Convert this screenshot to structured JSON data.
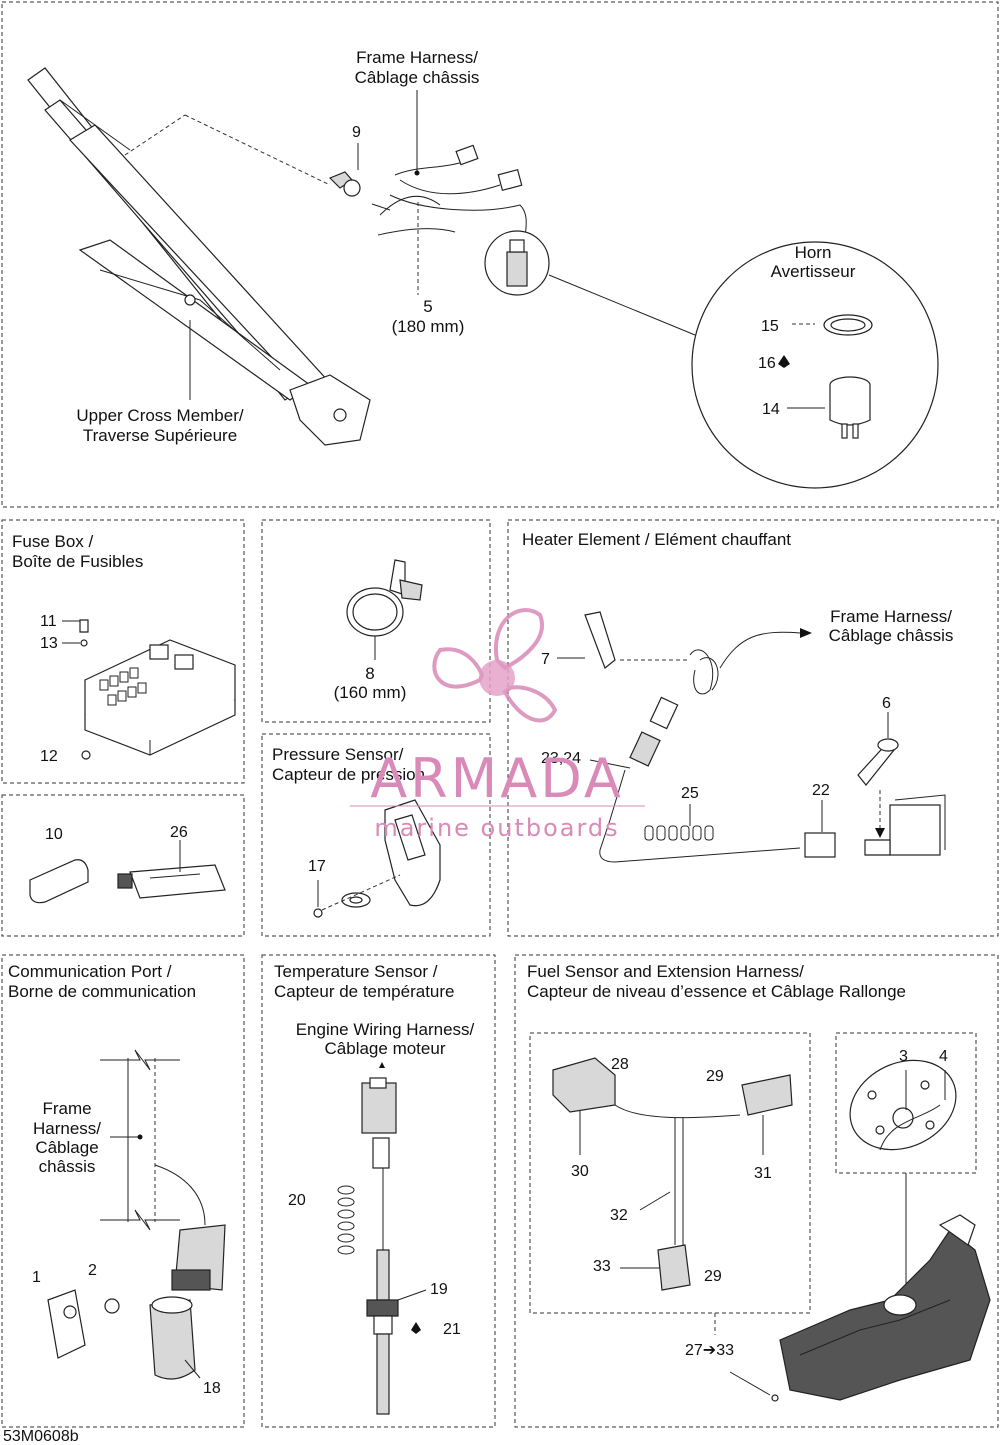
{
  "frame": {
    "frame_harness": [
      "Frame Harness/",
      "Câblage châssis"
    ],
    "upper_cross": [
      "Upper Cross Member/",
      "Traverse Supérieure"
    ],
    "horn": [
      "Horn",
      "Avertisseur"
    ],
    "callouts": {
      "c9": "9",
      "c5": "5",
      "c5_size": "(180 mm)",
      "c15": "15",
      "c16": "16",
      "c14": "14"
    }
  },
  "fuse_box": {
    "title": [
      "Fuse Box /",
      "Boîte de Fusibles"
    ],
    "callouts": {
      "c11": "11",
      "c13": "13",
      "c12": "12"
    }
  },
  "clamp": {
    "c8": "8",
    "c8_size": "(160 mm)"
  },
  "misc": {
    "c10": "10",
    "c26": "26"
  },
  "pressure": {
    "title": [
      "Pressure Sensor/",
      "Capteur de pression"
    ],
    "c17": "17"
  },
  "heater": {
    "title": "Heater Element / Elément chauffant",
    "frame_harness": [
      "Frame Harness/",
      "Câblage châssis"
    ],
    "callouts": {
      "c7": "7",
      "c6": "6",
      "c2324": "23,24",
      "c25": "25",
      "c22": "22"
    }
  },
  "comm": {
    "title": [
      "Communication Port /",
      "Borne de communication"
    ],
    "frame_harness": [
      "Frame",
      "Harness/",
      "Câblage",
      "châssis"
    ],
    "callouts": {
      "c1": "1",
      "c2": "2",
      "c18": "18"
    }
  },
  "temp": {
    "title": [
      "Temperature Sensor /",
      "Capteur de température"
    ],
    "engine_harness": [
      "Engine Wiring Harness/",
      "Câblage moteur"
    ],
    "callouts": {
      "c20": "20",
      "c19": "19",
      "c21": "21"
    }
  },
  "fuel": {
    "title": [
      "Fuel Sensor and Extension Harness/",
      "Capteur de niveau d’essence et Câblage Rallonge"
    ],
    "callouts": {
      "c28": "28",
      "c29a": "29",
      "c30": "30",
      "c31": "31",
      "c32": "32",
      "c33": "33",
      "c29b": "29",
      "c3": "3",
      "c4": "4",
      "c2733": "27➔33"
    }
  },
  "watermark": {
    "brand": "ARMADA",
    "tagline": "marine outboards"
  },
  "figure_code": "53M0608b"
}
